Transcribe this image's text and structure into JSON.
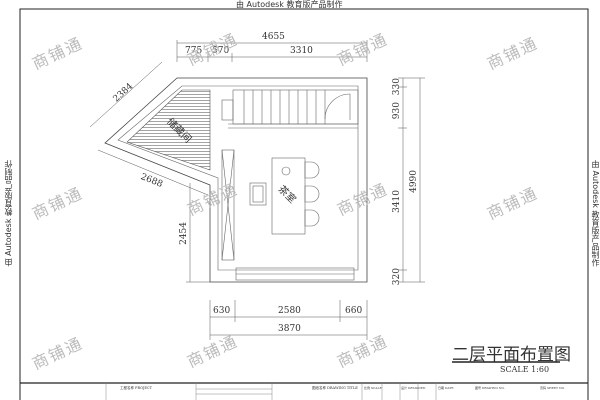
{
  "banner": "由 Autodesk 教育版产品制作",
  "side_banner": "由 Autodesk 教育版产品制作",
  "watermark": "商铺通",
  "rooms": {
    "storage": "储藏间",
    "tea": "茶室"
  },
  "dims": {
    "top_total": "4655",
    "top_a": "775",
    "top_b": "570",
    "top_c": "3310",
    "right_a": "330",
    "right_b": "930",
    "right_c": "3410",
    "right_d": "320",
    "right_total": "4990",
    "left_diag_a": "2384",
    "left_diag_b": "2688",
    "left_v": "2454",
    "bottom_a": "630",
    "bottom_b": "2580",
    "bottom_c": "660",
    "bottom_total": "3870"
  },
  "title": "二层平面布置图",
  "scale": "SCALE  1:60",
  "titleblock": {
    "project": "工程名称 PROJECT",
    "drawing": "图纸名称 DRAWING TITLE",
    "scale": "比例 SCALE",
    "drawn": "设计 DESIGNED",
    "date": "日期 DATE",
    "no": "图号 DRAWING NO.",
    "sheet": "页码 SHEET NO."
  }
}
